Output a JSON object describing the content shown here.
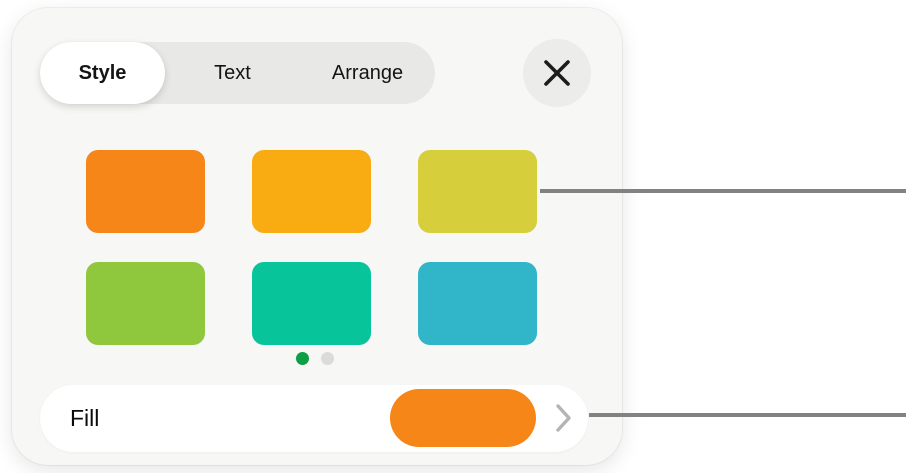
{
  "tabs": {
    "items": [
      {
        "label": "Style",
        "selected": true
      },
      {
        "label": "Text",
        "selected": false
      },
      {
        "label": "Arrange",
        "selected": false
      }
    ]
  },
  "style_swatches": {
    "items": [
      {
        "name": "orange",
        "color": "#F68617"
      },
      {
        "name": "amber",
        "color": "#F9AC12"
      },
      {
        "name": "yellow-green",
        "color": "#D7CE3C"
      },
      {
        "name": "green",
        "color": "#8FC73D"
      },
      {
        "name": "emerald",
        "color": "#07C49B"
      },
      {
        "name": "cyan",
        "color": "#31B6C9"
      }
    ]
  },
  "pagination": {
    "active_color": "#0E9E45",
    "inactive_color": "#DBDBDB"
  },
  "fill_row": {
    "label": "Fill",
    "swatch_color": "#F68617"
  },
  "colors": {
    "panel_background": "#F7F7F5",
    "segment_background": "#E8E8E6",
    "close_background": "#ECECEA",
    "callout_line": "#828282",
    "chevron": "#B4B4B4"
  }
}
